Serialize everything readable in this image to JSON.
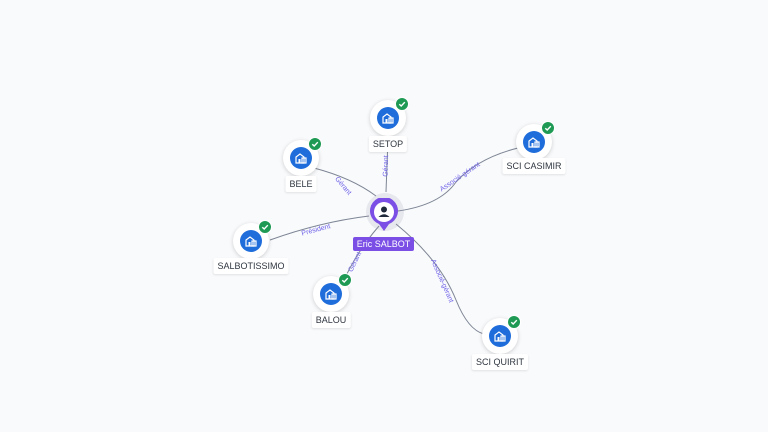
{
  "center": {
    "name": "Eric SALBOT",
    "icon": "person-icon",
    "accent": "#7b4fe6"
  },
  "entities": [
    {
      "id": "setop",
      "name": "SETOP",
      "icon": "building-icon",
      "verified": true
    },
    {
      "id": "bele",
      "name": "BELE",
      "icon": "building-icon",
      "verified": true
    },
    {
      "id": "sci-casimir",
      "name": "SCI CASIMIR",
      "icon": "building-icon",
      "verified": true
    },
    {
      "id": "salbotissimo",
      "name": "SALBOTISSIMO",
      "icon": "building-icon",
      "verified": true
    },
    {
      "id": "balou",
      "name": "BALOU",
      "icon": "building-icon",
      "verified": true
    },
    {
      "id": "sci-quirit",
      "name": "SCI QUIRIT",
      "icon": "building-icon",
      "verified": true
    }
  ],
  "relations": [
    {
      "to": "setop",
      "label": "Gérant"
    },
    {
      "to": "bele",
      "label": "Gérant"
    },
    {
      "to": "sci-casimir",
      "label": "Associé-gérant"
    },
    {
      "to": "salbotissimo",
      "label": "Président"
    },
    {
      "to": "balou",
      "label": "Gérant"
    },
    {
      "to": "sci-quirit",
      "label": "Associé-gérant"
    }
  ],
  "colors": {
    "entity_fill": "#1f6ddb",
    "verified_badge": "#1f9a55",
    "edge": "#7d8594",
    "edge_label": "#6f63e8",
    "background": "#f9fafc"
  }
}
